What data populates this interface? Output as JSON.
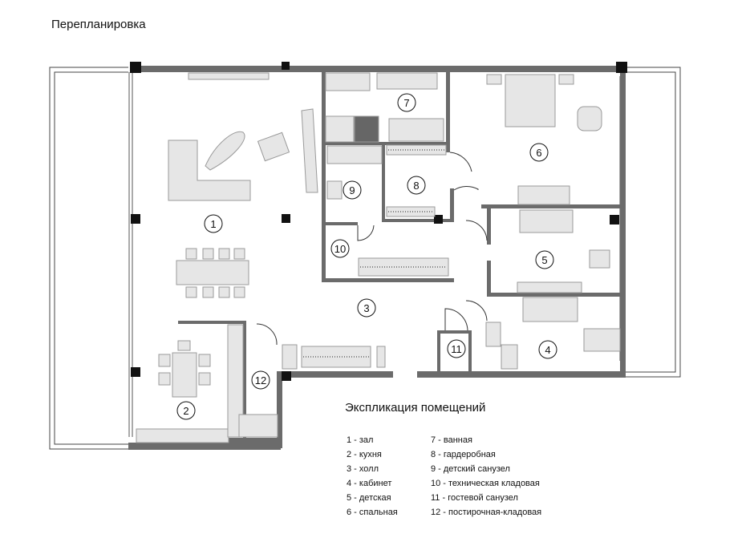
{
  "title": "Перепланировка",
  "legend": {
    "title": "Экспликация помещений",
    "col1": [
      "1 - зал",
      "2 - кухня",
      "3 - холл",
      "4 - кабинет",
      "5 - детская",
      "6 - спальная"
    ],
    "col2": [
      "7 - ванная",
      "8 - гардеробная",
      "9 - детский санузел",
      "10 - техническая кладовая",
      "11 - гостевой санузел",
      "12 - постирочная-кладовая"
    ]
  },
  "rooms": [
    {
      "id": "room-1",
      "label": "1"
    },
    {
      "id": "room-2",
      "label": "2"
    },
    {
      "id": "room-3",
      "label": "3"
    },
    {
      "id": "room-4",
      "label": "4"
    },
    {
      "id": "room-5",
      "label": "5"
    },
    {
      "id": "room-6",
      "label": "6"
    },
    {
      "id": "room-7",
      "label": "7"
    },
    {
      "id": "room-8",
      "label": "8"
    },
    {
      "id": "room-9",
      "label": "9"
    },
    {
      "id": "room-10",
      "label": "10"
    },
    {
      "id": "room-11",
      "label": "11"
    },
    {
      "id": "room-12",
      "label": "12"
    }
  ],
  "colors": {
    "wall": "#6b6b6b",
    "column": "#111111",
    "furniture": "#e6e6e6",
    "furniture_stroke": "#9a9a9a"
  }
}
